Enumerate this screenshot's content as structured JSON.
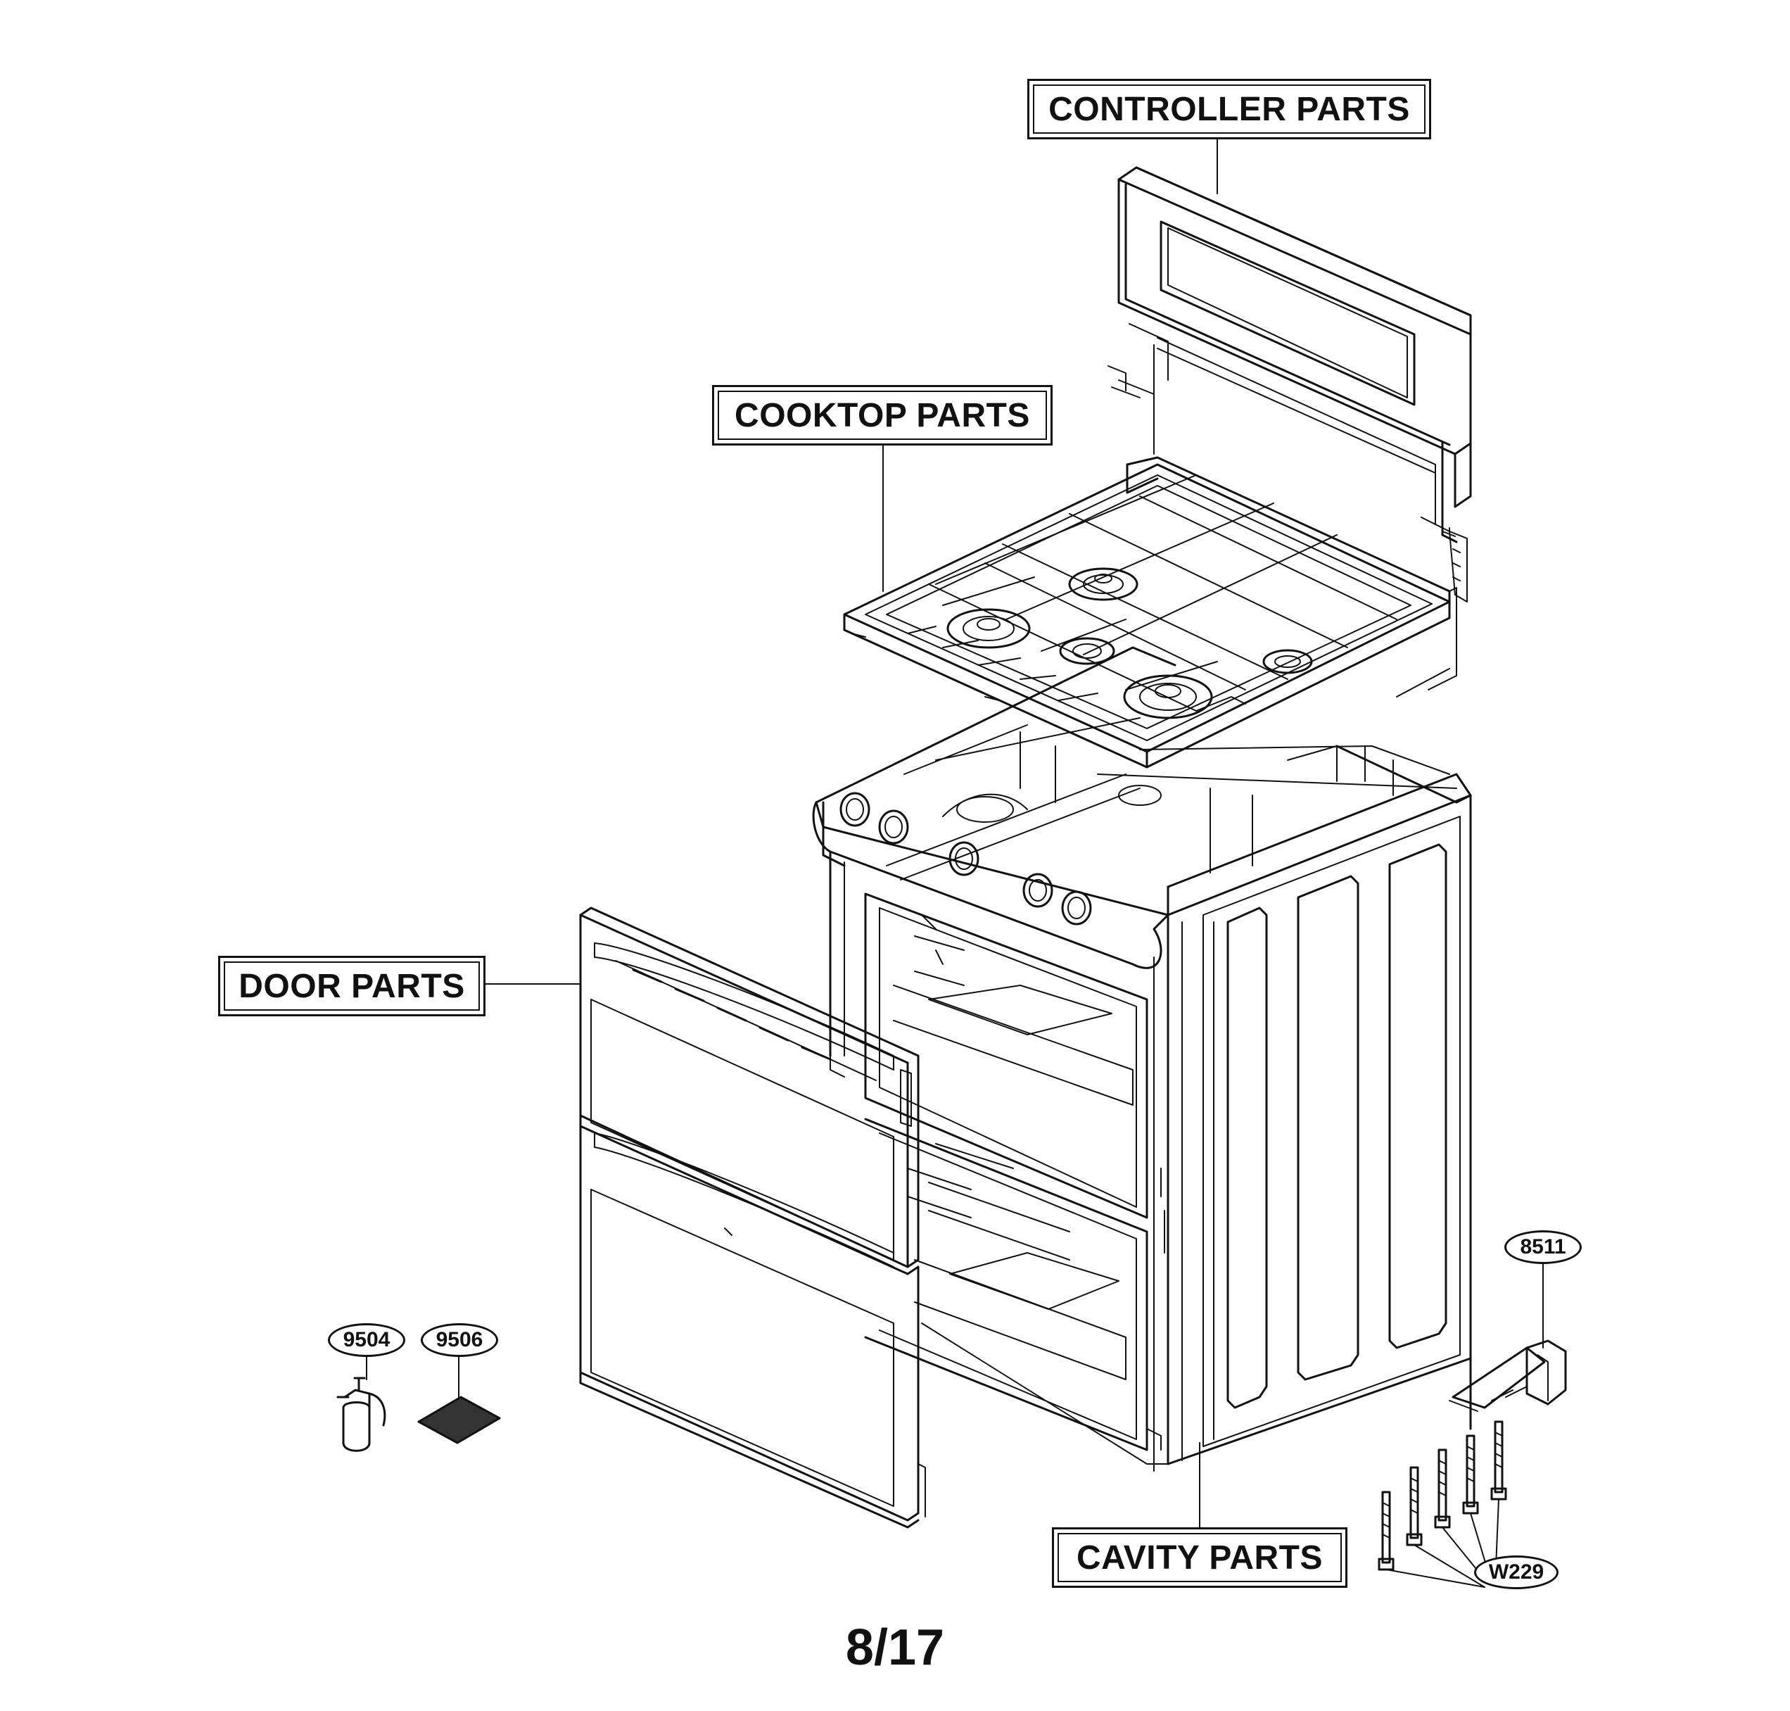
{
  "sections": {
    "controller": "CONTROLLER PARTS",
    "cooktop": "COOKTOP PARTS",
    "door": "DOOR PARTS",
    "cavity": "CAVITY PARTS"
  },
  "callouts": {
    "spray_bottle": "9504",
    "cleaning_pad": "9506",
    "anti_tip_bracket": "8511",
    "screws": "W229"
  },
  "page_number": "8/17"
}
